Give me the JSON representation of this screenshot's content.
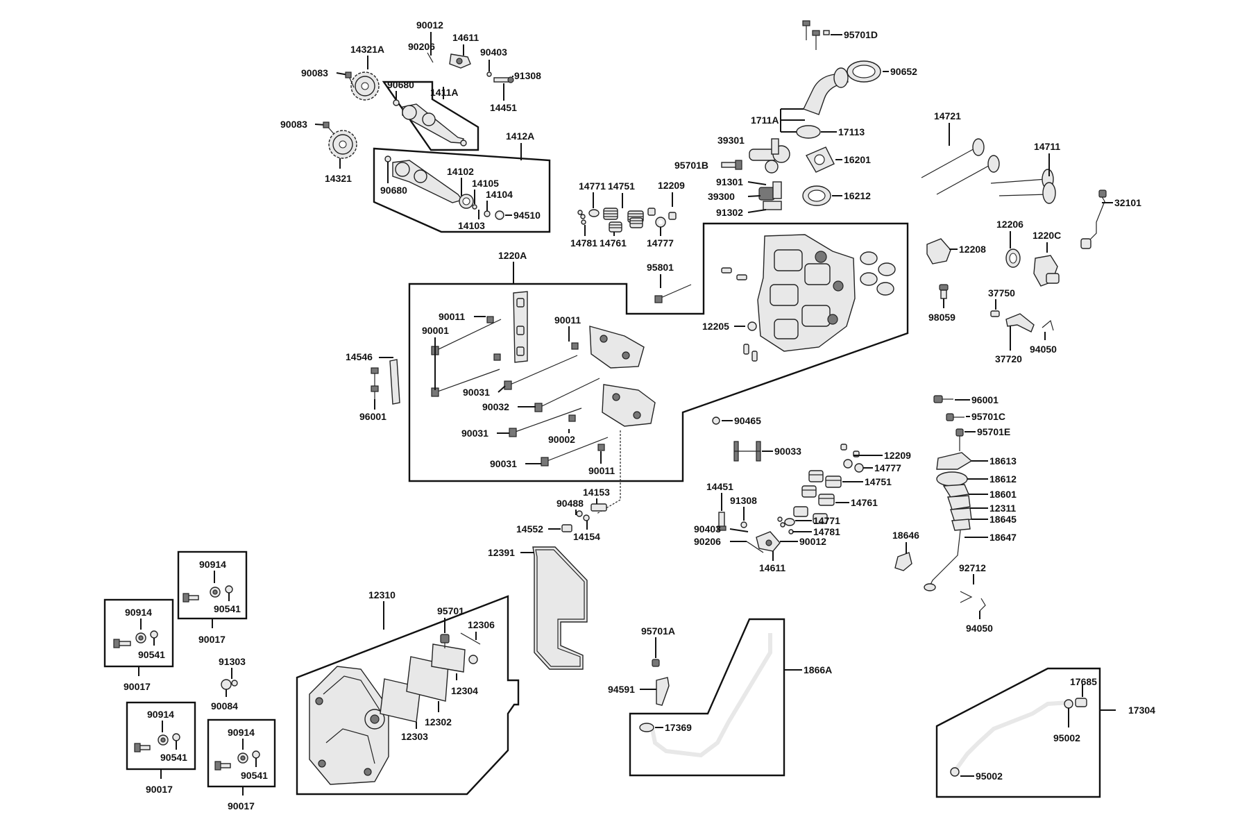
{
  "diagram": {
    "background": "#ffffff",
    "line_color": "#111111",
    "labels": {
      "p95701D": "95701D",
      "p90652": "90652",
      "p1711A": "1711A",
      "p17113": "17113",
      "p39301": "39301",
      "p16201": "16201",
      "p95701B": "95701B",
      "p91301": "91301",
      "p39300": "39300",
      "p16212": "16212",
      "p91302": "91302",
      "p90012a": "90012",
      "p90206a": "90206",
      "p14611a": "14611",
      "p90403a": "90403",
      "p91308a": "91308",
      "p14451a": "14451",
      "p14321A": "14321A",
      "p90083a": "90083",
      "p90680a": "90680",
      "p1411A": "1411A",
      "p90083b": "90083",
      "p14321": "14321",
      "p1412A": "1412A",
      "p14102": "14102",
      "p14105": "14105",
      "p14104": "14104",
      "p90680b": "90680",
      "p94510": "94510",
      "p14103": "14103",
      "p14771a": "14771",
      "p14751a": "14751",
      "p12209a": "12209",
      "p14781a": "14781",
      "p14761a": "14761",
      "p14777a": "14777",
      "p95801": "95801",
      "p12205": "12205",
      "p14721": "14721",
      "p14711": "14711",
      "p32101": "32101",
      "p12206": "12206",
      "p1220C": "1220C",
      "p12208": "12208",
      "p98059": "98059",
      "p37750": "37750",
      "p37720": "37720",
      "p94050a": "94050",
      "p1220A": "1220A",
      "p90011a": "90011",
      "p90001": "90001",
      "p90011b": "90011",
      "p14546": "14546",
      "p96001a": "96001",
      "p90031a": "90031",
      "p90032": "90032",
      "p90031b": "90031",
      "p90002": "90002",
      "p90031c": "90031",
      "p90011c": "90011",
      "p14153": "14153",
      "p90488": "90488",
      "p14552": "14552",
      "p14154": "14154",
      "p90465": "90465",
      "p90033": "90033",
      "p12209b": "12209",
      "p14777b": "14777",
      "p14751b": "14751",
      "p14451b": "14451",
      "p91308b": "91308",
      "p14761b": "14761",
      "p14771b": "14771",
      "p90403b": "90403",
      "p14781b": "14781",
      "p90206b": "90206",
      "p90012b": "90012",
      "p14611b": "14611",
      "p96001b": "96001",
      "p95701C": "95701C",
      "p95701E": "95701E",
      "p18613": "18613",
      "p18612": "18612",
      "p18601": "18601",
      "p12311": "12311",
      "p18645": "18645",
      "p18646": "18646",
      "p18647": "18647",
      "p92712": "92712",
      "p94050b": "94050",
      "p12391": "12391",
      "p90914a": "90914",
      "p90541a": "90541",
      "p90017a": "90017",
      "p90914b": "90914",
      "p90541b": "90541",
      "p90017b": "90017",
      "p91303": "91303",
      "p90084": "90084",
      "p90914c": "90914",
      "p90541c": "90541",
      "p90017c": "90017",
      "p90914d": "90914",
      "p90541d": "90541",
      "p90017d": "90017",
      "p12310": "12310",
      "p95701": "95701",
      "p12306": "12306",
      "p12304": "12304",
      "p12302": "12302",
      "p12303": "12303",
      "p95701A": "95701A",
      "p94591": "94591",
      "p1866A": "1866A",
      "p17369": "17369",
      "p17685": "17685",
      "p17304": "17304",
      "p95002a": "95002",
      "p95002b": "95002"
    }
  }
}
